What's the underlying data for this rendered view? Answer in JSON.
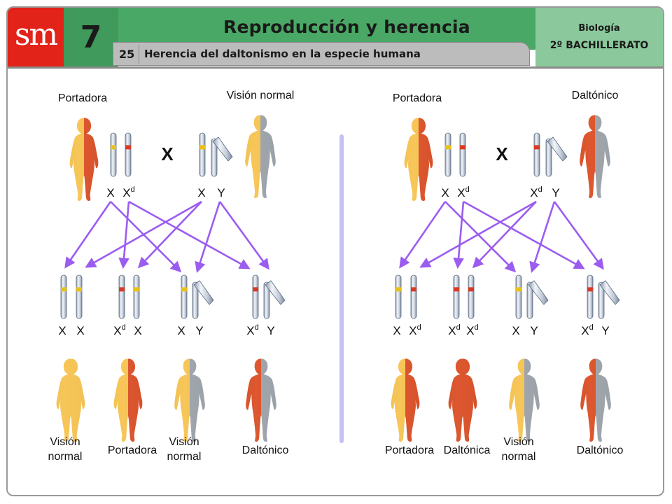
{
  "header": {
    "logo_text": "sm",
    "unit_number": "7",
    "title": "Reproducción y herencia",
    "section_number": "25",
    "section_title": "Herencia del daltonismo en la especie humana",
    "subject": "Biología",
    "level": "2º BACHILLERATO"
  },
  "colors": {
    "normal": "#f8c24a",
    "affected": "#db4a1e",
    "grey": "#9aa0a6",
    "carrier_mark": "#e6c21a",
    "daltonic_mark": "#d83a24",
    "arrow": "#9b5cf0",
    "divider": "#c4c2f4"
  },
  "cross_symbol": "X",
  "left": {
    "mother": {
      "label": "Portadora",
      "g1": "X",
      "g2": "X",
      "g2sup": "d"
    },
    "father": {
      "label": "Visión normal",
      "g1": "X",
      "g1sup": "",
      "g2": "Y"
    },
    "children": [
      {
        "g1": "X",
        "g1sup": "",
        "g2": "X",
        "g2sup": "",
        "label1": "Visión",
        "label2": "normal"
      },
      {
        "g1": "X",
        "g1sup": "d",
        "g2": "X",
        "g2sup": "",
        "label1": "Portadora",
        "label2": ""
      },
      {
        "g1": "X",
        "g1sup": "",
        "g2": "Y",
        "g2sup": "",
        "label1": "Visión",
        "label2": "normal"
      },
      {
        "g1": "X",
        "g1sup": "d",
        "g2": "Y",
        "g2sup": "",
        "label1": "Daltónico",
        "label2": ""
      }
    ]
  },
  "right": {
    "mother": {
      "label": "Portadora",
      "g1": "X",
      "g2": "X",
      "g2sup": "d"
    },
    "father": {
      "label": "Daltónico",
      "g1": "X",
      "g1sup": "d",
      "g2": "Y"
    },
    "children": [
      {
        "g1": "X",
        "g1sup": "",
        "g2": "X",
        "g2sup": "d",
        "label1": "Portadora",
        "label2": ""
      },
      {
        "g1": "X",
        "g1sup": "d",
        "g2": "X",
        "g2sup": "d",
        "label1": "Daltónica",
        "label2": ""
      },
      {
        "g1": "X",
        "g1sup": "",
        "g2": "Y",
        "g2sup": "",
        "label1": "Visión",
        "label2": "normal"
      },
      {
        "g1": "X",
        "g1sup": "d",
        "g2": "Y",
        "g2sup": "",
        "label1": "Daltónico",
        "label2": ""
      }
    ]
  }
}
